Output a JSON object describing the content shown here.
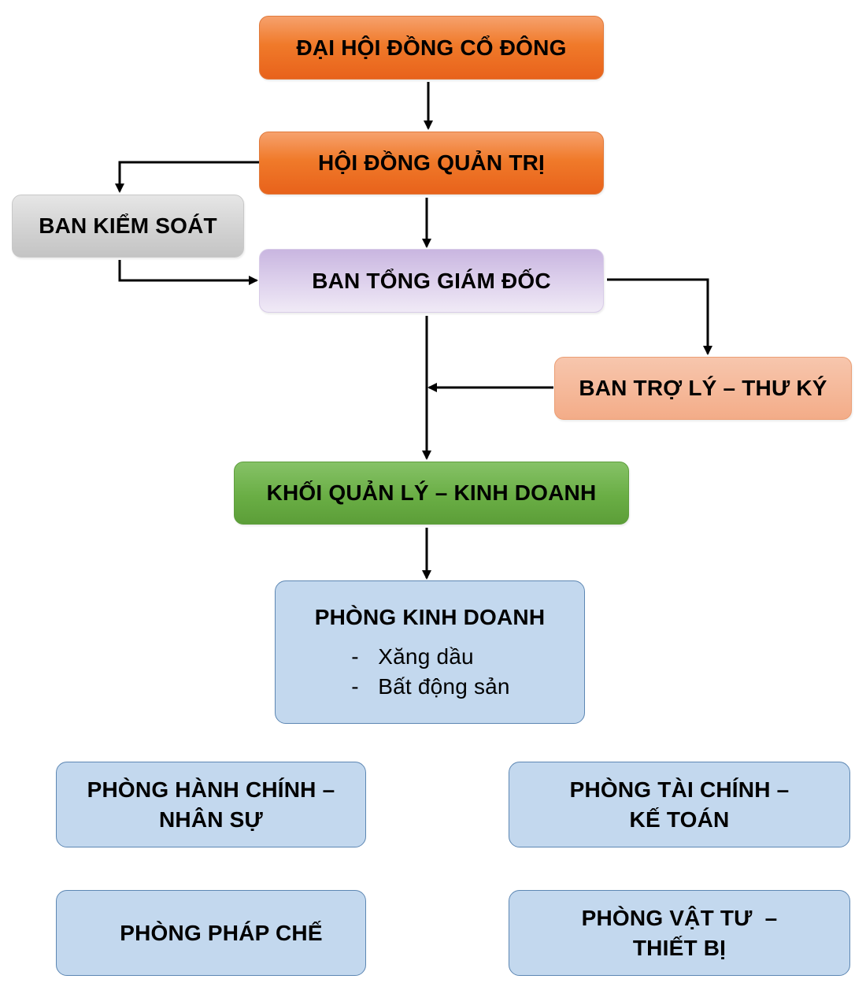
{
  "nodes": {
    "dai_hoi_dong_co_dong": "ĐẠI HỘI ĐỒNG CỔ ĐÔNG",
    "hoi_dong_quan_tri": "HỘI ĐỒNG QUẢN TRỊ",
    "ban_kiem_soat": "BAN KIỂM SOÁT",
    "ban_tong_giam_doc": "BAN TỔNG GIÁM ĐỐC",
    "ban_tro_ly_thu_ky": "BAN TRỢ LÝ – THƯ KÝ",
    "khoi_quan_ly_kinh_doanh": "KHỐI QUẢN LÝ – KINH DOANH",
    "phong_kinh_doanh": {
      "title": "PHÒNG KINH DOANH",
      "items": [
        "Xăng dầu",
        "Bất động sản"
      ]
    },
    "phong_hanh_chinh_nhan_su": [
      "PHÒNG HÀNH CHÍNH –",
      "NHÂN SỰ"
    ],
    "phong_tai_chinh_ke_toan": [
      "PHÒNG TÀI CHÍNH –",
      "KẾ TOÁN"
    ],
    "phong_phap_che": "PHÒNG PHÁP CHẾ",
    "phong_vat_tu_thiet_bi": [
      "PHÒNG VẬT TƯ  –",
      "THIẾT BỊ"
    ]
  },
  "list_marker": "-",
  "colors": {
    "orange": "#f07a2a",
    "grey": "#d2d2d2",
    "purple": "#ddd0ec",
    "salmon": "#f5b899",
    "green": "#6aae45",
    "light_blue": "#c3d8ee",
    "blue_border": "#5d87b3",
    "arrow": "#000000"
  }
}
